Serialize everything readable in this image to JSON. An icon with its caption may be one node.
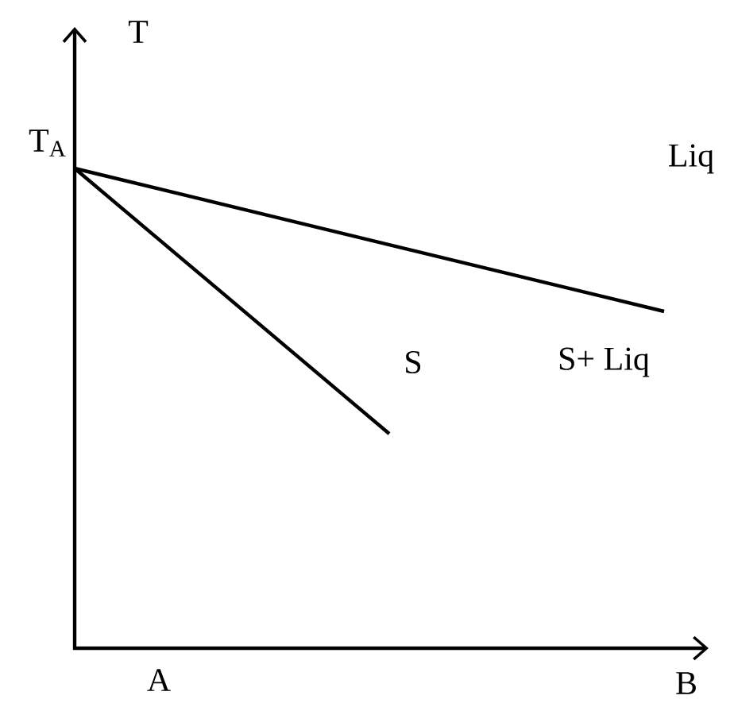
{
  "diagram": {
    "labels": [
      "T",
      "T$_{A}$",
      "Liq",
      "S",
      "S+ Liq",
      "A",
      "B"
    ]
  }
}
